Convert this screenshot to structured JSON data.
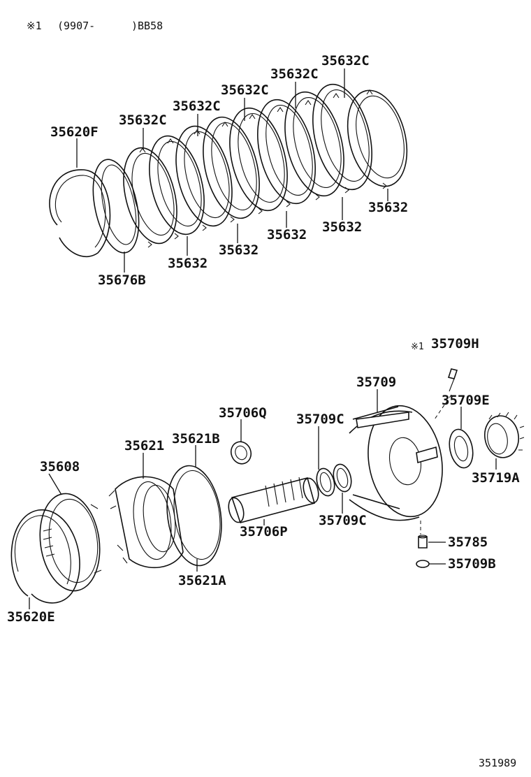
{
  "header": {
    "marker": "※1",
    "range": "(9907-",
    "code": ")BB58"
  },
  "parts": {
    "p35620F": "35620F",
    "p35676B": "35676B",
    "p35632C_1": "35632C",
    "p35632C_2": "35632C",
    "p35632C_3": "35632C",
    "p35632C_4": "35632C",
    "p35632C_5": "35632C",
    "p35632_1": "35632",
    "p35632_2": "35632",
    "p35632_3": "35632",
    "p35632_4": "35632",
    "p35632_5": "35632",
    "p35608": "35608",
    "p35620E": "35620E",
    "p35621": "35621",
    "p35621B": "35621B",
    "p35621A": "35621A",
    "p35706Q": "35706Q",
    "p35706P": "35706P",
    "p35709C_top": "35709C",
    "p35709C_bot": "35709C",
    "p35709": "35709",
    "p35709H_marker": "※1",
    "p35709H": "35709H",
    "p35709E": "35709E",
    "p35719A": "35719A",
    "p35785": "35785",
    "p35709B": "35709B"
  },
  "footer": {
    "code": "351989"
  }
}
